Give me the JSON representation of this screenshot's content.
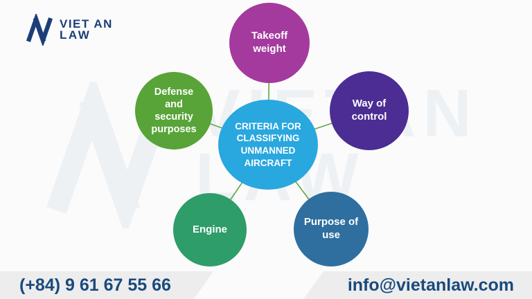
{
  "logo": {
    "line1": "VIET AN",
    "line2": "LAW",
    "color": "#1b3e78"
  },
  "watermark": {
    "line1": "VIETAN",
    "line2": "LAW",
    "color": "#eef1f4"
  },
  "diagram": {
    "center": {
      "label": "CRITERIA FOR CLASSIFYING UNMANNED AIRCRAFT",
      "color": "#29a7df"
    },
    "nodes": [
      {
        "id": "takeoff-weight",
        "label": "Takeoff weight",
        "color": "#a43a9e"
      },
      {
        "id": "way-of-control",
        "label": "Way of control",
        "color": "#4b2d93"
      },
      {
        "id": "defense-security",
        "label": "Defense and security purposes",
        "color": "#58a438"
      },
      {
        "id": "engine",
        "label": "Engine",
        "color": "#2e9d69"
      },
      {
        "id": "purpose-of-use",
        "label": "Purpose of use",
        "color": "#2f6f9f"
      }
    ],
    "connector_color": "#5ea73c"
  },
  "footer": {
    "phone": "(+84) 9 61 67 55 66",
    "email": "info@vietanlaw.com",
    "text_color": "#1a4a7c"
  }
}
